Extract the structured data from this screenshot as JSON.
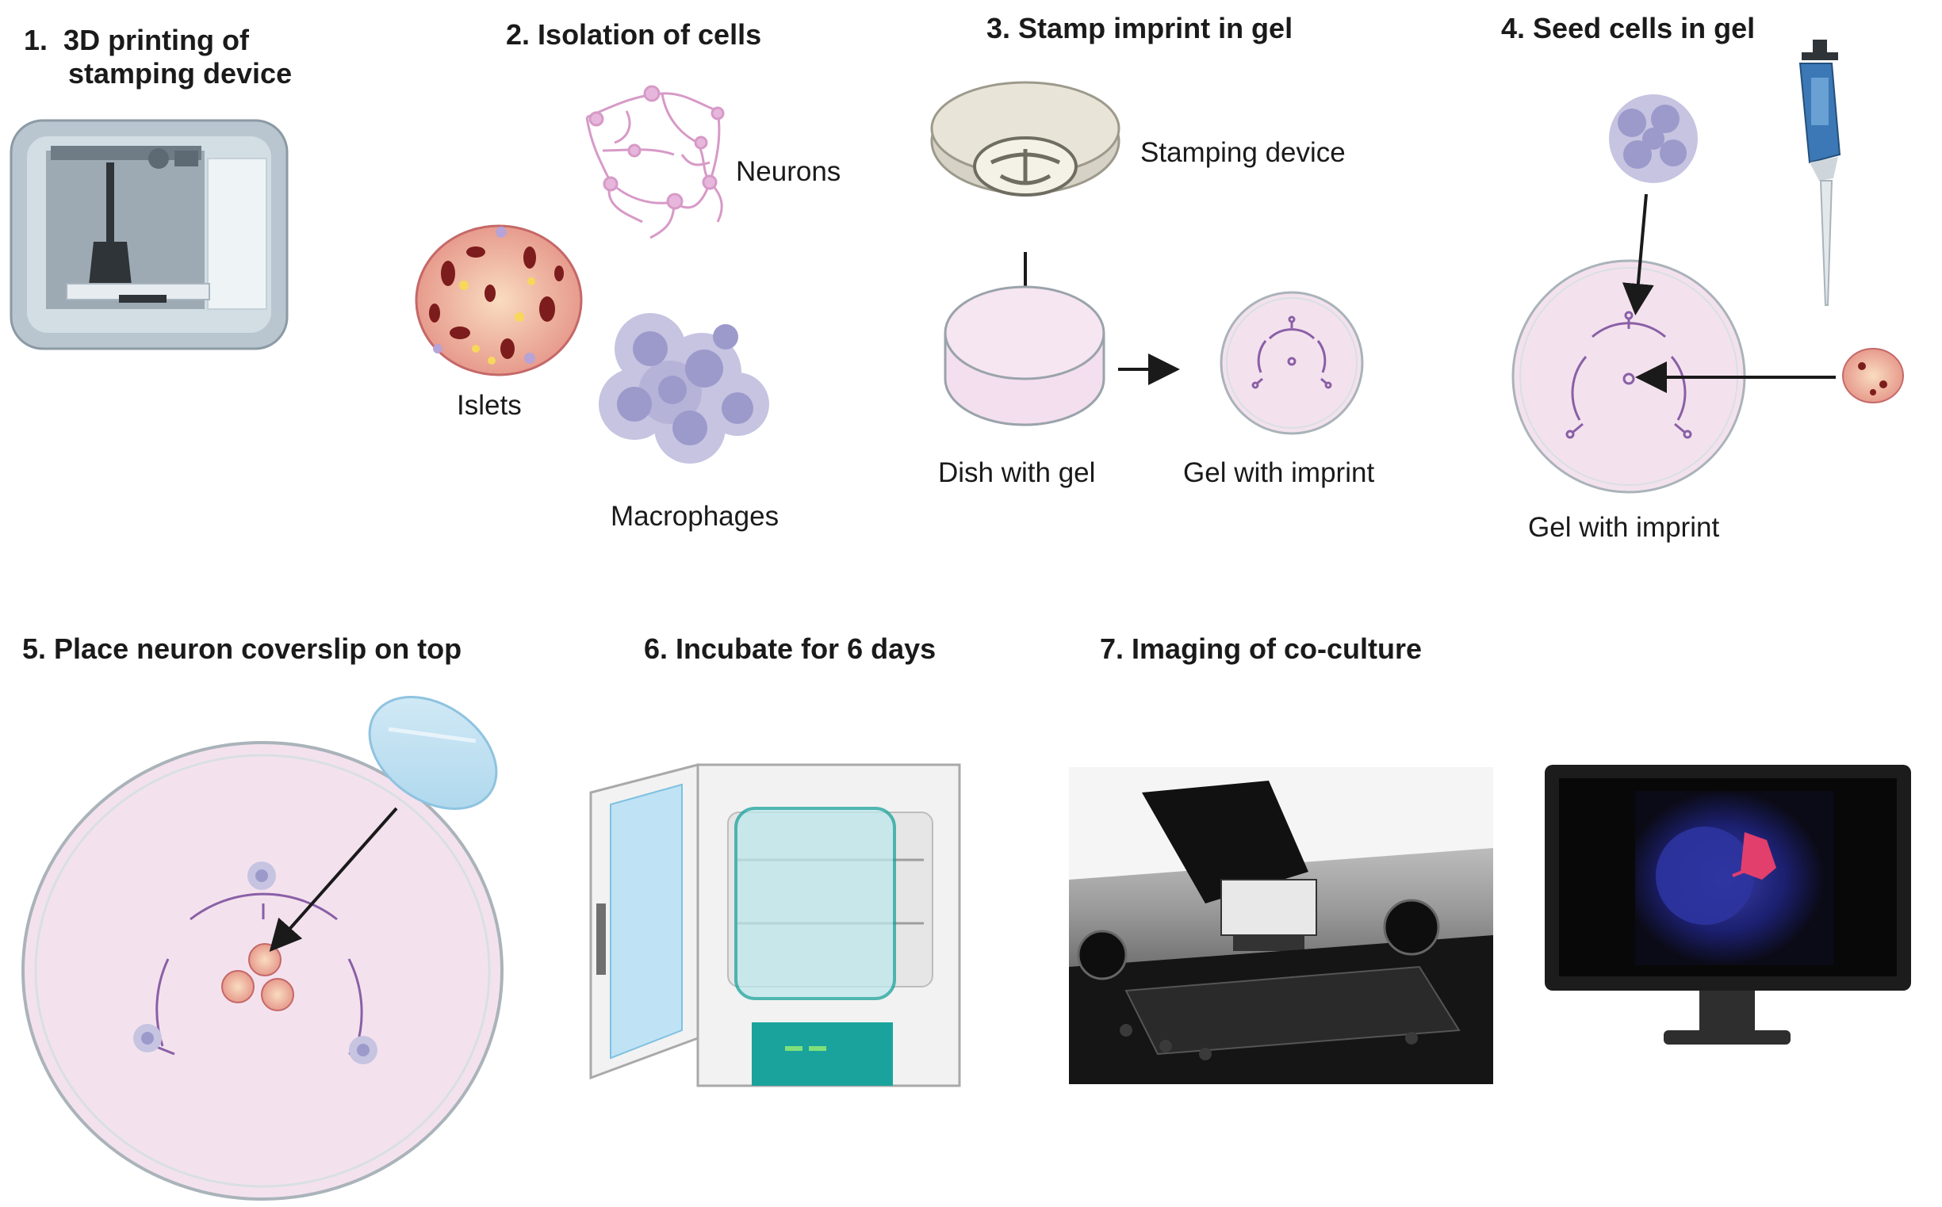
{
  "steps": [
    {
      "number": "1.",
      "title": "3D printing of",
      "title_line2": "stamping device"
    },
    {
      "number": "2.",
      "title": "Isolation of cells"
    },
    {
      "number": "3.",
      "title": "Stamp imprint in gel"
    },
    {
      "number": "4.",
      "title": "Seed cells in gel"
    },
    {
      "number": "5.",
      "title": "Place neuron coverslip on top"
    },
    {
      "number": "6.",
      "title": "Incubate for 6 days"
    },
    {
      "number": "7.",
      "title": "Imaging of co-culture"
    }
  ],
  "labels": {
    "neurons": "Neurons",
    "islets": "Islets",
    "macrophages": "Macrophages",
    "stamping_device": "Stamping device",
    "dish_with_gel": "Dish with gel",
    "gel_with_imprint": "Gel with imprint",
    "gel_with_imprint_2": "Gel with imprint"
  },
  "colors": {
    "gel_pink": "#f3dcec",
    "imprint_purple": "#8a5fa6",
    "islet_orange": "#f0b37a",
    "macrophage_purple": "#9c9acb",
    "neuron_pink": "#d79ac7",
    "incubator_teal": "#1aa39c",
    "pipette_blue": "#3b78b5",
    "printer_gray": "#b9c6cf",
    "monitor_black": "#1c1c1c"
  },
  "icons": [
    "3d-printer-icon",
    "neurons-icon",
    "islet-icon",
    "macrophages-icon",
    "stamping-device-icon",
    "petri-dish-icon",
    "pipette-icon",
    "coverslip-icon",
    "incubator-icon",
    "microscope-photo",
    "monitor-icon"
  ]
}
